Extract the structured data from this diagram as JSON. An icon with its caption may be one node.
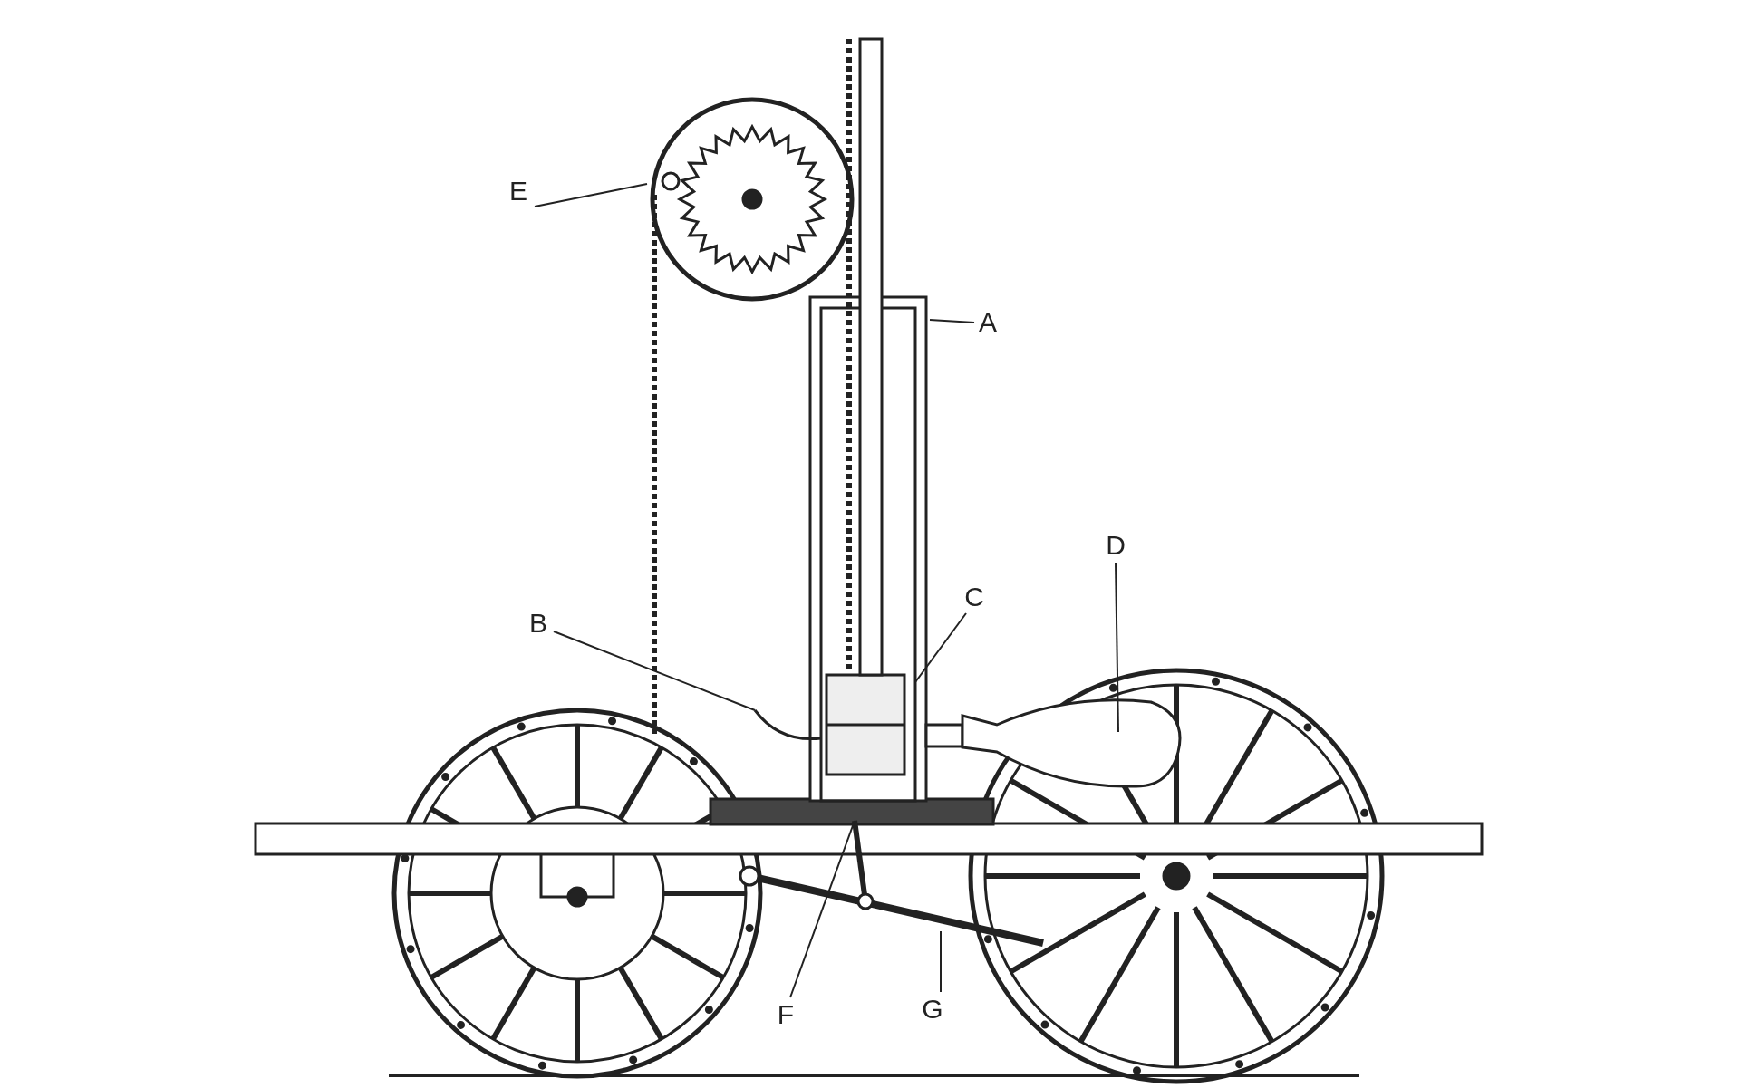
{
  "diagram": {
    "nodes": [
      {
        "text": [
          "E"
        ]
      },
      {
        "text": [
          "A"
        ]
      },
      {
        "text": [
          "D"
        ]
      },
      {
        "text": [
          "C"
        ]
      },
      {
        "text": [
          "B"
        ]
      },
      {
        "text": [
          "F"
        ]
      },
      {
        "text": [
          "G"
        ]
      }
    ],
    "edges": [
      {
        "from": 0,
        "to": null,
        "arrow": "none"
      },
      {
        "from": 1,
        "to": null,
        "arrow": "none"
      },
      {
        "from": 2,
        "to": null,
        "arrow": "none"
      },
      {
        "from": 3,
        "to": null,
        "arrow": "none"
      },
      {
        "from": 4,
        "to": null,
        "arrow": "none"
      },
      {
        "from": 5,
        "to": null,
        "arrow": "none"
      },
      {
        "from": 6,
        "to": null,
        "arrow": "none"
      }
    ]
  }
}
